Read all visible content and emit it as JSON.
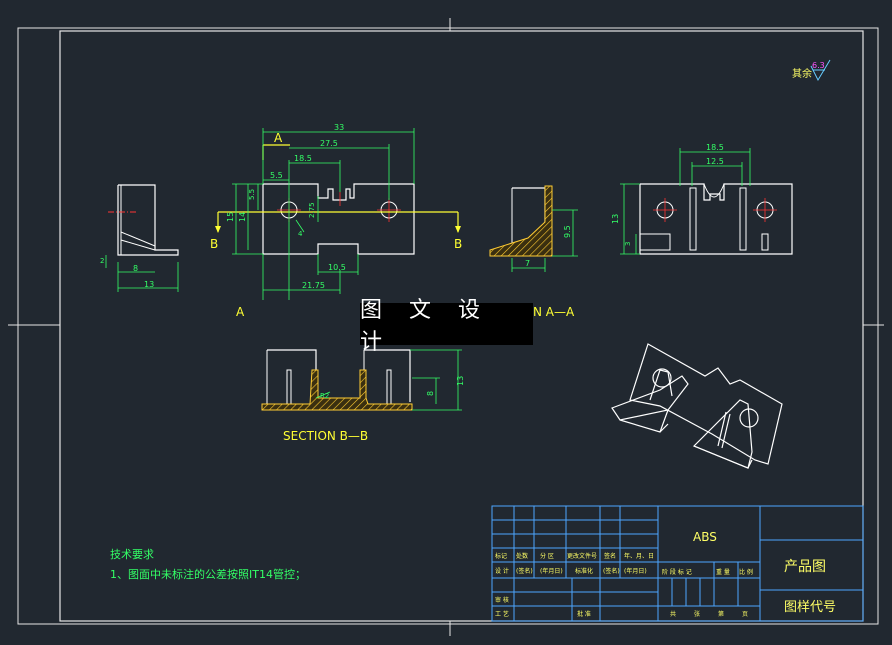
{
  "roughness": {
    "label": "其余",
    "value": "6.3"
  },
  "dims": {
    "d33": "33",
    "d27_5": "27.5",
    "d18_5": "18.5",
    "d5_5": "5.5",
    "d5_5b": "5.5",
    "d15": "15",
    "d14": "14",
    "d2_75": "2.75",
    "d4": "4",
    "d10_5": "10.5",
    "d21_75": "21.75",
    "left8": "8",
    "left13": "13",
    "left2": "2",
    "mid7": "7",
    "mid9_5": "9.5",
    "right18_5": "18.5",
    "right12_5": "12.5",
    "right13": "13",
    "right3": "3",
    "sec13": "13",
    "sec8": "8",
    "sec_r2": "R2"
  },
  "labels": {
    "A_top": "A",
    "A_view": "A",
    "B_left": "B",
    "B_right": "B",
    "section_aa": "N  A—A",
    "section_bb": "SECTION  B—B"
  },
  "banner": "图 文 设 计",
  "notes": {
    "title": "技术要求",
    "item1": "1、图面中未标注的公差按照IT14管控；"
  },
  "title_block": {
    "material": "ABS",
    "product": "产品图",
    "drawing_code": "图样代号",
    "row_labels": [
      "标记",
      "处数",
      "分 区",
      "更改文件号",
      "签名",
      "年、月、日"
    ],
    "row_design": [
      "设 计",
      "(签名)",
      "(年月日)",
      "标准化",
      "(签名)",
      "(年月日)"
    ],
    "row_stage": [
      "阶 段 标 记",
      "重 量",
      "比 例"
    ],
    "row_check": "审 核",
    "row_process": "工 艺",
    "row_approve": "批 准",
    "row_sheet": [
      "共",
      "张",
      "第",
      "页"
    ]
  }
}
